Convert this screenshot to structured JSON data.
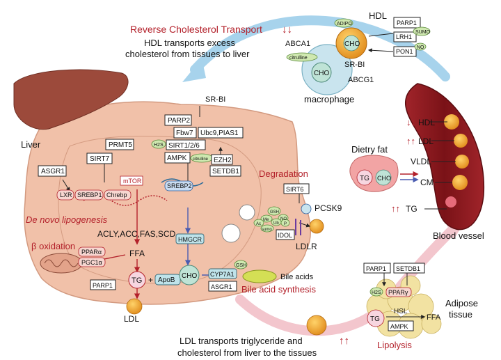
{
  "reverse_transport": {
    "title": "Reverse Cholesterol Transport",
    "line1": "HDL transports excess",
    "line2": "cholesterol from tissues to liver"
  },
  "ldl_transport": {
    "line1": "LDL transports triglyceride and",
    "line2": "cholesterol from liver to the tissues"
  },
  "hdl_particle": {
    "label": "HDL",
    "cho": "CHO",
    "adipo": "ADIPO"
  },
  "hdl_regulators": [
    "PARP1",
    "LRH1",
    "PON1"
  ],
  "hdl_small": {
    "sumo": "SUMO",
    "no": "NO"
  },
  "macrophage": {
    "label": "macrophage",
    "cho": "CHO",
    "abca1": "ABCA1",
    "abcg1": "ABCG1",
    "srbi": "SR-BI",
    "citrulline": "citrulline"
  },
  "liver": {
    "label": "Liver",
    "srbi": "SR-BI",
    "parp2": "PARP2",
    "fbw7": "Fbw7",
    "ubc9": "Ubc9,PIAS1",
    "sirt126": "SIRT1/2/6",
    "h2s": "H2S",
    "prmt5": "PRMT5",
    "sirt7": "SIRT7",
    "asgr1_top": "ASGR1",
    "ampk": "AMPK",
    "citrulline": "citrulline",
    "ezh2": "EZH2",
    "setdb1": "SETDB1",
    "lxr": "LXR",
    "srebp1": "SREBP1",
    "chrebp": "Chrebp",
    "mtor": "mTOR",
    "srebp2": "SREBP2",
    "de_novo": "De novo lipogenesis",
    "enzymes": "ACLY,ACC,FAS,SCD",
    "beta_ox": "β oxidation",
    "ppara": "PPARα",
    "pgc1a": "PGC1α",
    "parp1": "PARP1",
    "ffa": "FFA",
    "tg": "TG",
    "plus": "+",
    "apob": "ApoB",
    "hmgcr": "HMGCR",
    "cho": "CHO",
    "cyp7a1": "CYP7A1",
    "gsh": "GSH",
    "asgr1_bottom": "ASGR1",
    "bile_acids": "Bile acids",
    "bile_synth": "Bile acid synthesis",
    "ldl": "LDL"
  },
  "degradation": {
    "title": "Degradation",
    "sirt6": "SIRT6",
    "pcsk9": "PCSK9",
    "idol": "IDOL",
    "ldlr": "LDLR",
    "gsh": "GSH",
    "no": "NO",
    "me": "Me",
    "ub": "Ub",
    "p": "P",
    "ac": "Ac",
    "sumo": "sumo"
  },
  "diet": {
    "label": "Dietry fat",
    "tg": "TG",
    "cho": "CHO"
  },
  "blood": {
    "label": "Blood vessel",
    "hdl": "HDL",
    "ldl": "LDL",
    "vldl": "VLDL",
    "cm": "CM",
    "tg": "TG"
  },
  "adipose": {
    "label1": "Adipose",
    "label2": "tissue",
    "parp1": "PARP1",
    "setdb1": "SETDB1",
    "h2s": "H2S",
    "ppar": "PPARγ",
    "tg": "TG",
    "hsl": "HSL",
    "ampk": "AMPK",
    "ffa": "FFA",
    "lipolysis": "Lipolysis"
  },
  "colors": {
    "accent_red": "#b3202a",
    "liver_fill": "#f1c1a9",
    "arrow_blue": "#a7d3ec",
    "arrow_pink": "#f3c6cd",
    "vessel": "#8e1b1f"
  }
}
